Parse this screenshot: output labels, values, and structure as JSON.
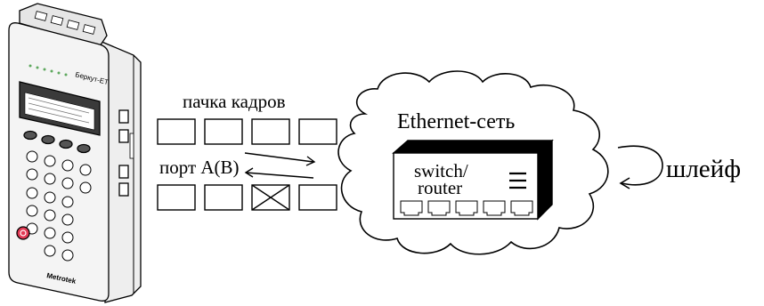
{
  "labels": {
    "frame_burst": "пачка кадров",
    "port": "порт А(В)",
    "network": "Ethernet-сеть",
    "device_line1": "switch/",
    "device_line2": "router",
    "loop": "шлейф"
  },
  "tester": {
    "brand": "Metrotek",
    "model": "Беркут-ET"
  },
  "frames": {
    "top_row_count": 4,
    "bottom_row_count": 4,
    "bottom_row_dropped_index": 2
  },
  "switch_port_count": 5,
  "colors": {
    "stroke": "#000000",
    "power_button": "#e23a55",
    "body_light": "#f4f4f4",
    "body_mid": "#dcdcdc",
    "screen": "#3a3a3a"
  }
}
